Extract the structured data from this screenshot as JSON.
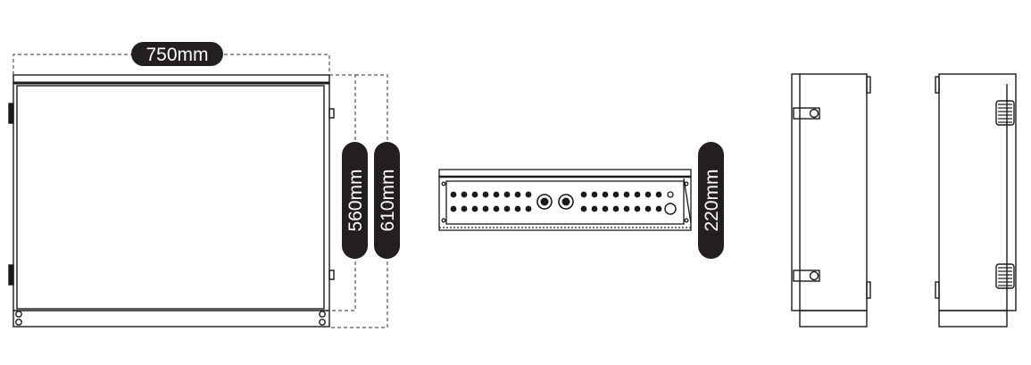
{
  "dimensions": {
    "width_label": "750mm",
    "inner_height_label": "560mm",
    "outer_height_label": "610mm",
    "depth_label": "220mm"
  },
  "colors": {
    "line": "#1a1a1a",
    "dim_pill": "#231f20",
    "dim_text": "#ffffff",
    "background": "#ffffff"
  }
}
